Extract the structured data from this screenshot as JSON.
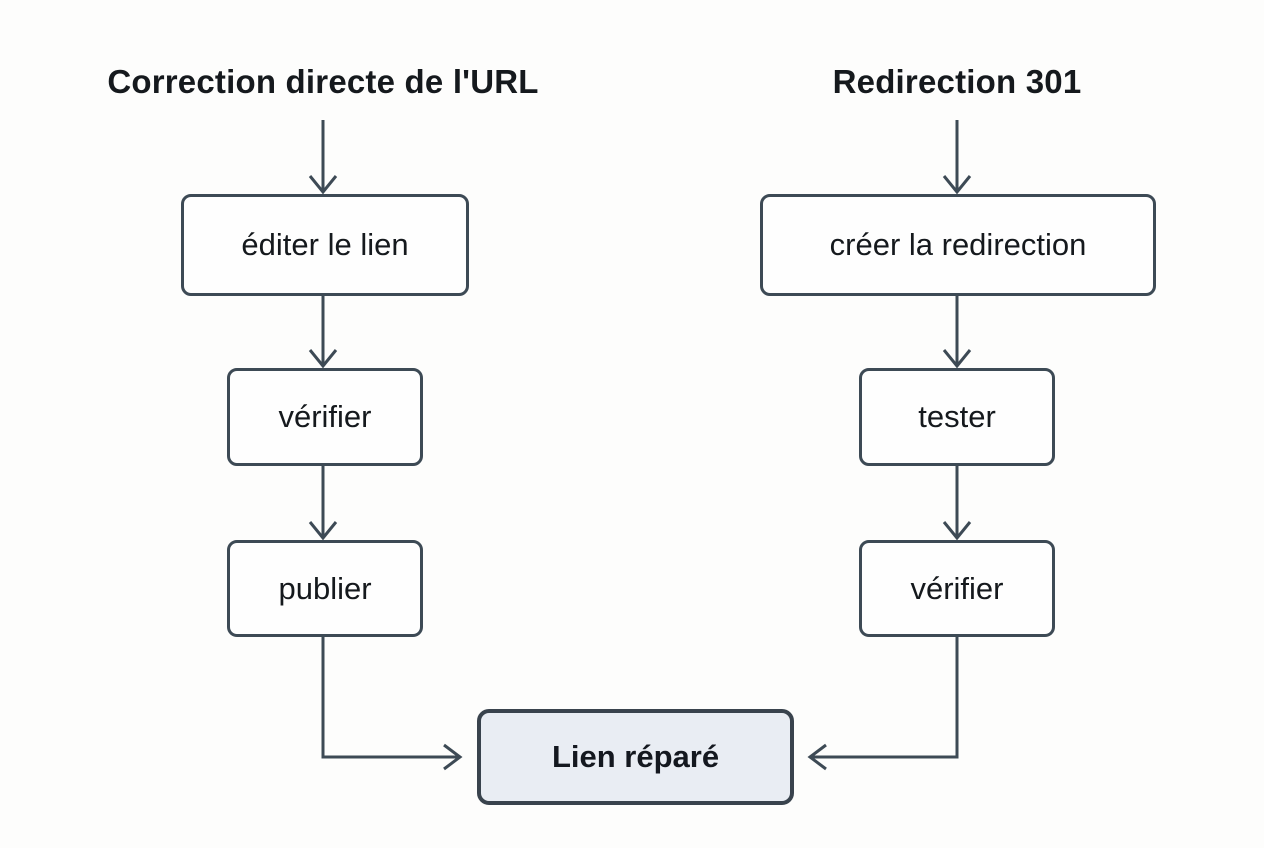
{
  "diagram": {
    "branches": [
      {
        "header": "Correction directe de l'URL",
        "steps": [
          "éditer le lien",
          "vérifier",
          "publier"
        ]
      },
      {
        "header": "Redirection 301",
        "steps": [
          "créer la redirection",
          "tester",
          "vérifier"
        ]
      }
    ],
    "result": "Lien réparé",
    "colors": {
      "line": "#3d4a55",
      "node_border": "#3d4a55",
      "node_fill": "#fefefe",
      "result_fill": "#e9edf3",
      "result_border": "#39434d",
      "text": "#15191d",
      "background": "#fdfdfc"
    }
  }
}
